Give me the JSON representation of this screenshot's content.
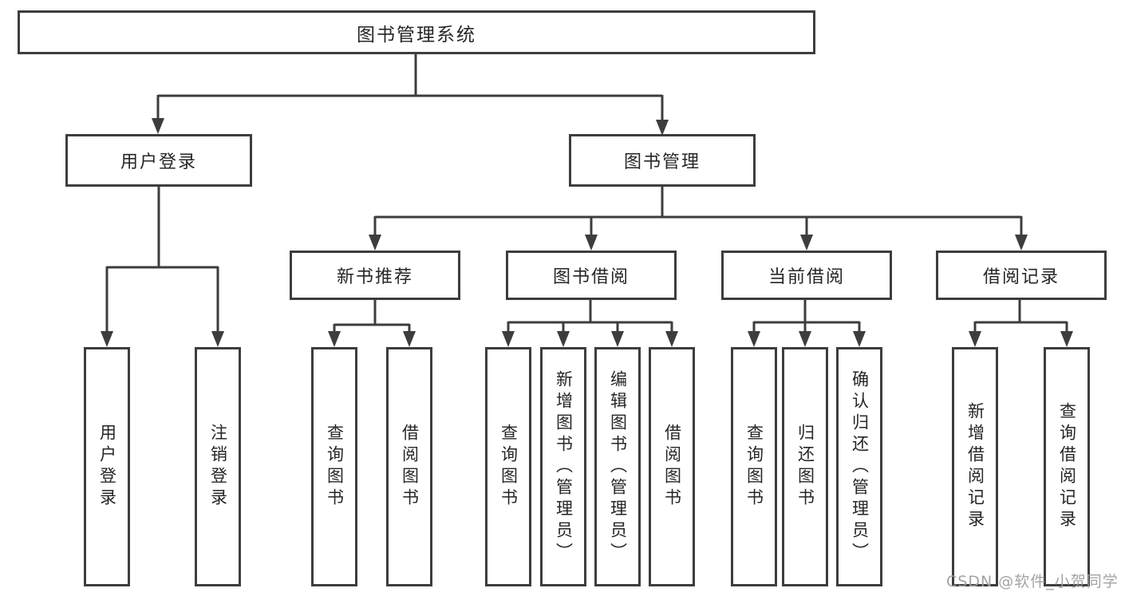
{
  "watermark": "CSDN @软件_小贺同学",
  "colors": {
    "line": "#3d3d3d",
    "text": "#262626",
    "background": "#ffffff",
    "watermark": "#9e9e9e"
  },
  "tree": {
    "label": "图书管理系统",
    "children": [
      {
        "label": "用户登录",
        "children": [
          {
            "label": "用户登录"
          },
          {
            "label": "注销登录"
          }
        ]
      },
      {
        "label": "图书管理",
        "children": [
          {
            "label": "新书推荐",
            "children": [
              {
                "label": "查询图书"
              },
              {
                "label": "借阅图书"
              }
            ]
          },
          {
            "label": "图书借阅",
            "children": [
              {
                "label": "查询图书"
              },
              {
                "label": "新增图书（管理员）"
              },
              {
                "label": "编辑图书（管理员）"
              },
              {
                "label": "借阅图书"
              }
            ]
          },
          {
            "label": "当前借阅",
            "children": [
              {
                "label": "查询图书"
              },
              {
                "label": "归还图书"
              },
              {
                "label": "确认归还（管理员）"
              }
            ]
          },
          {
            "label": "借阅记录",
            "children": [
              {
                "label": "新增借阅记录"
              },
              {
                "label": "查询借阅记录"
              }
            ]
          }
        ]
      }
    ]
  }
}
